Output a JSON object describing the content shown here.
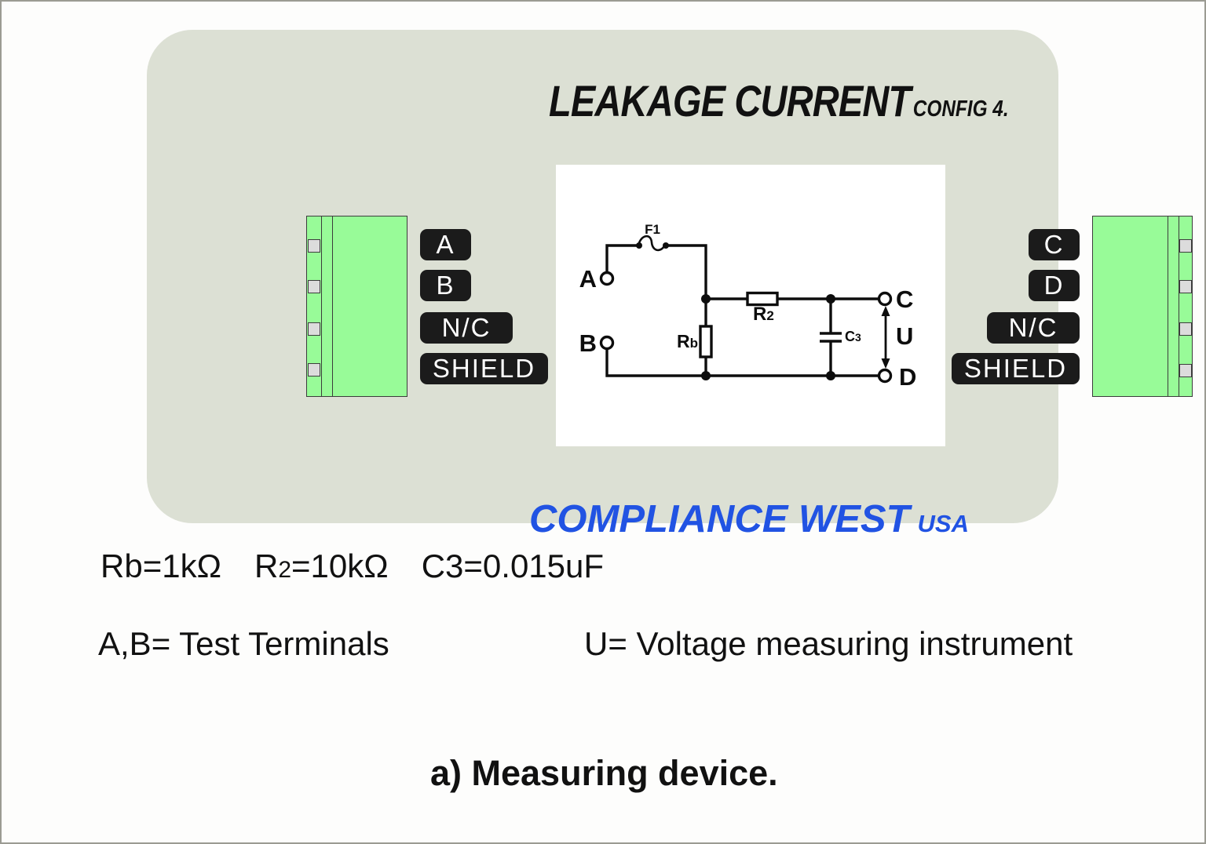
{
  "window": {
    "caption": "a) Measuring device."
  },
  "panel": {
    "title": "LEAKAGE CURRENT",
    "config_label": "CONFIG 4.",
    "brand": {
      "name": "COMPLIANCE WEST",
      "region": "USA"
    },
    "left_terminal_labels": [
      "A",
      "B",
      "N/C",
      "SHIELD"
    ],
    "right_terminal_labels": [
      "C",
      "D",
      "N/C",
      "SHIELD"
    ]
  },
  "circuit": {
    "terminal_a": "A",
    "terminal_b": "B",
    "terminal_c": "C",
    "terminal_d": "D",
    "fuse": "F1",
    "r2": {
      "pre": "R",
      "sub": "2"
    },
    "rb": {
      "pre": "R",
      "sub": "b"
    },
    "c3": {
      "pre": "C",
      "sub": "3"
    },
    "meter": "U"
  },
  "notes": {
    "values": [
      {
        "pre": "Rb",
        "sub": "",
        "post": "=1kΩ"
      },
      {
        "pre": "R",
        "sub": "2",
        "post": "=10kΩ"
      },
      {
        "pre": "C3",
        "sub": "",
        "post": "=0.015uF"
      }
    ],
    "test_terminals": "A,B= Test Terminals",
    "voltage_instrument": "U= Voltage measuring instrument"
  },
  "colors": {
    "panel_bg": "#dce0d4",
    "terminal_green": "#98fb98",
    "badge_bg": "#1b1b1b",
    "brand_blue": "#2153e3",
    "ink": "#111111"
  }
}
